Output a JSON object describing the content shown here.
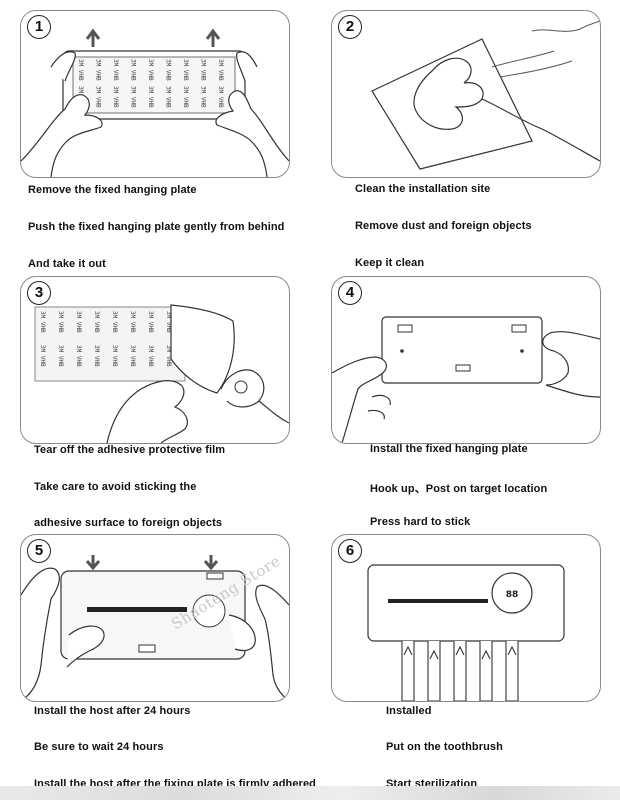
{
  "steps": [
    {
      "number": "1",
      "lines": [
        "Remove the fixed hanging plate",
        "Push the fixed hanging plate gently from behind",
        "And take it out"
      ]
    },
    {
      "number": "2",
      "lines": [
        "Clean the installation site",
        "Remove dust and foreign objects",
        "Keep it clean"
      ]
    },
    {
      "number": "3",
      "lines": [
        "Tear off the adhesive protective film",
        "Take care to avoid sticking the",
        "adhesive surface to foreign objects"
      ]
    },
    {
      "number": "4",
      "lines": [
        "Install the fixed hanging plate",
        "Hook up、Post on target location",
        "Press hard to stick"
      ]
    },
    {
      "number": "5",
      "lines": [
        "Install the host after 24 hours",
        "Be sure to wait 24 hours",
        "Install the host after the fixing plate is firmly adhered"
      ]
    },
    {
      "number": "6",
      "lines": [
        "Installed",
        "Put on the toothbrush",
        "Start sterilization"
      ]
    }
  ],
  "tape_label": "3M VHB",
  "display_readout": "88",
  "watermark": "Shaoteng Store"
}
